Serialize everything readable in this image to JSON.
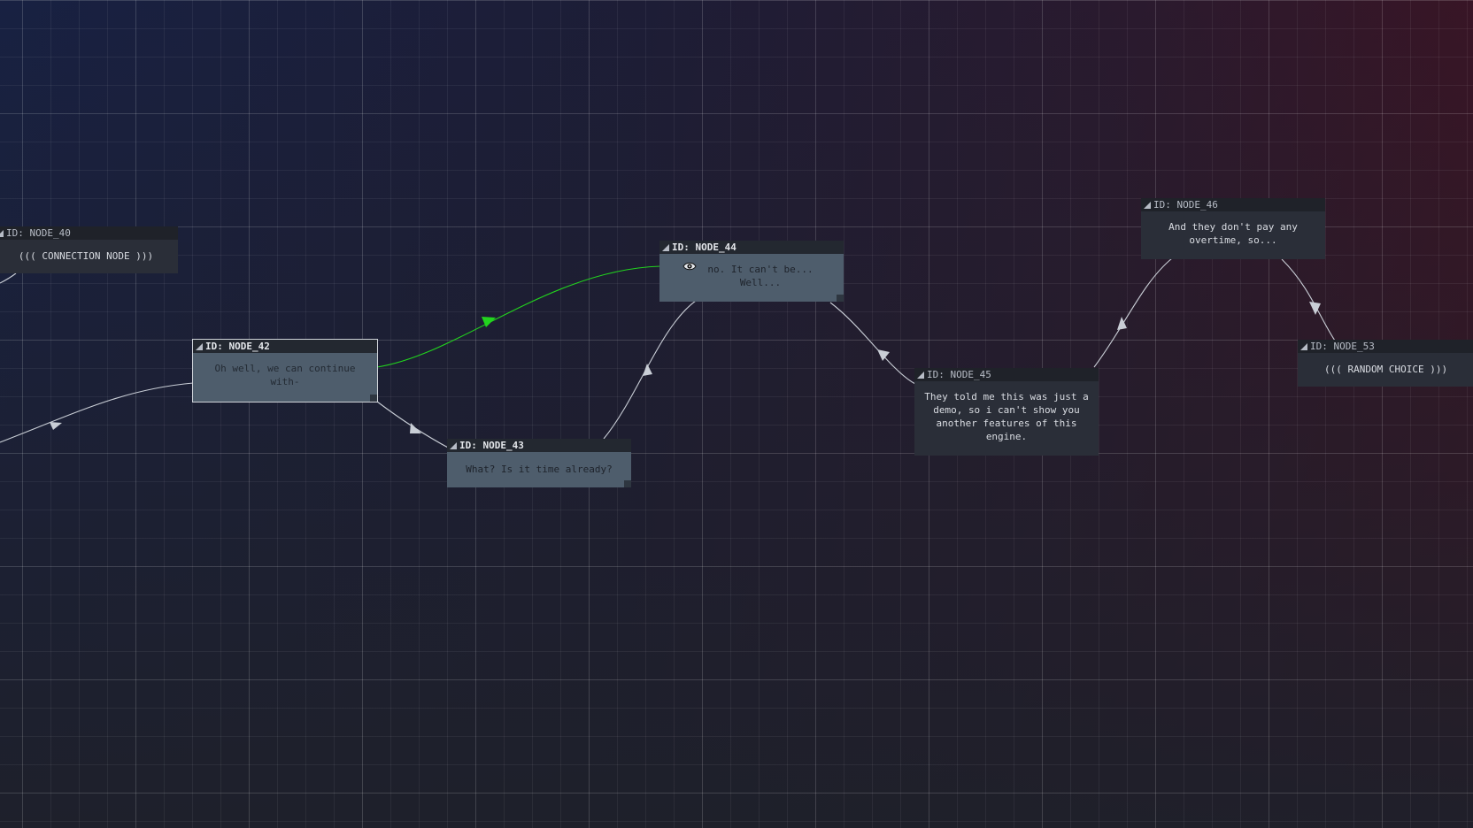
{
  "canvas": {
    "background_left": "#182142",
    "background_right": "#3e1322"
  },
  "links": {
    "default_color": "#c9ced6",
    "highlight_color": "#22d41e"
  },
  "nodes": {
    "node40": {
      "id_label": "ID: NODE_40",
      "text": "((( CONNECTION NODE )))"
    },
    "node42": {
      "id_label": "ID: NODE_42",
      "text": "Oh well, we can continue with-"
    },
    "node43": {
      "id_label": "ID: NODE_43",
      "text": "What? Is it time already?"
    },
    "node44": {
      "id_label": "ID: NODE_44",
      "text": "no. It can't be... Well..."
    },
    "node45": {
      "id_label": "ID: NODE_45",
      "text": "They told me this was just a demo, so i can't show you another features of this engine."
    },
    "node46": {
      "id_label": "ID: NODE_46",
      "text": "And they don't pay any overtime, so..."
    },
    "node53": {
      "id_label": "ID: NODE_53",
      "text": "((( RANDOM CHOICE )))"
    }
  },
  "icons": {
    "preview": "eye-icon",
    "collapse": "triangle-collapse-icon"
  }
}
